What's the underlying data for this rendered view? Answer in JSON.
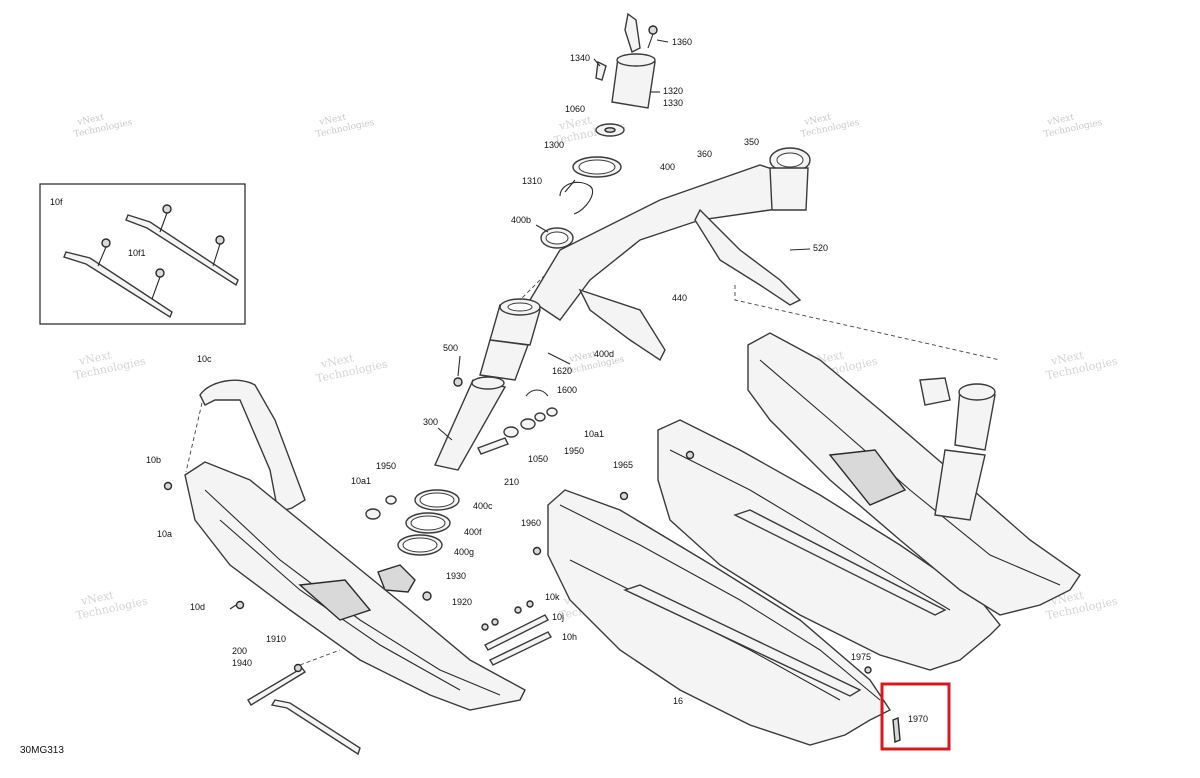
{
  "diagram_code": "30MG313",
  "watermark": {
    "line1": "vNext",
    "line2": "Technologies"
  },
  "inset_label": "10f",
  "labels": {
    "l1360": "1360",
    "l1340": "1340",
    "l1320": "1320",
    "l1330": "1330",
    "l1060": "1060",
    "l1300": "1300",
    "l1310": "1310",
    "l400": "400",
    "l360": "360",
    "l350": "350",
    "l400b": "400b",
    "l520": "520",
    "l440": "440",
    "l500": "500",
    "l400d": "400d",
    "l1620": "1620",
    "l1600": "1600",
    "l10c": "10c",
    "l300": "300",
    "l10a1_r": "10a1",
    "l1050": "1050",
    "l1950_r": "1950",
    "l10b": "10b",
    "l1950_l": "1950",
    "l10a1_l": "10a1",
    "l210": "210",
    "l400c": "400c",
    "l400f": "400f",
    "l400g": "400g",
    "l10a": "10a",
    "l1930": "1930",
    "l1920": "1920",
    "l10d": "10d",
    "l10k": "10k",
    "l10j": "10j",
    "l10h": "10h",
    "l1965": "1965",
    "l1960": "1960",
    "l1910": "1910",
    "l200": "200",
    "l1940": "1940",
    "l16": "16",
    "l1975": "1975",
    "l1970": "1970",
    "l10f1": "10f1"
  },
  "highlight": {
    "part": "1970",
    "color": "#d7191c"
  }
}
